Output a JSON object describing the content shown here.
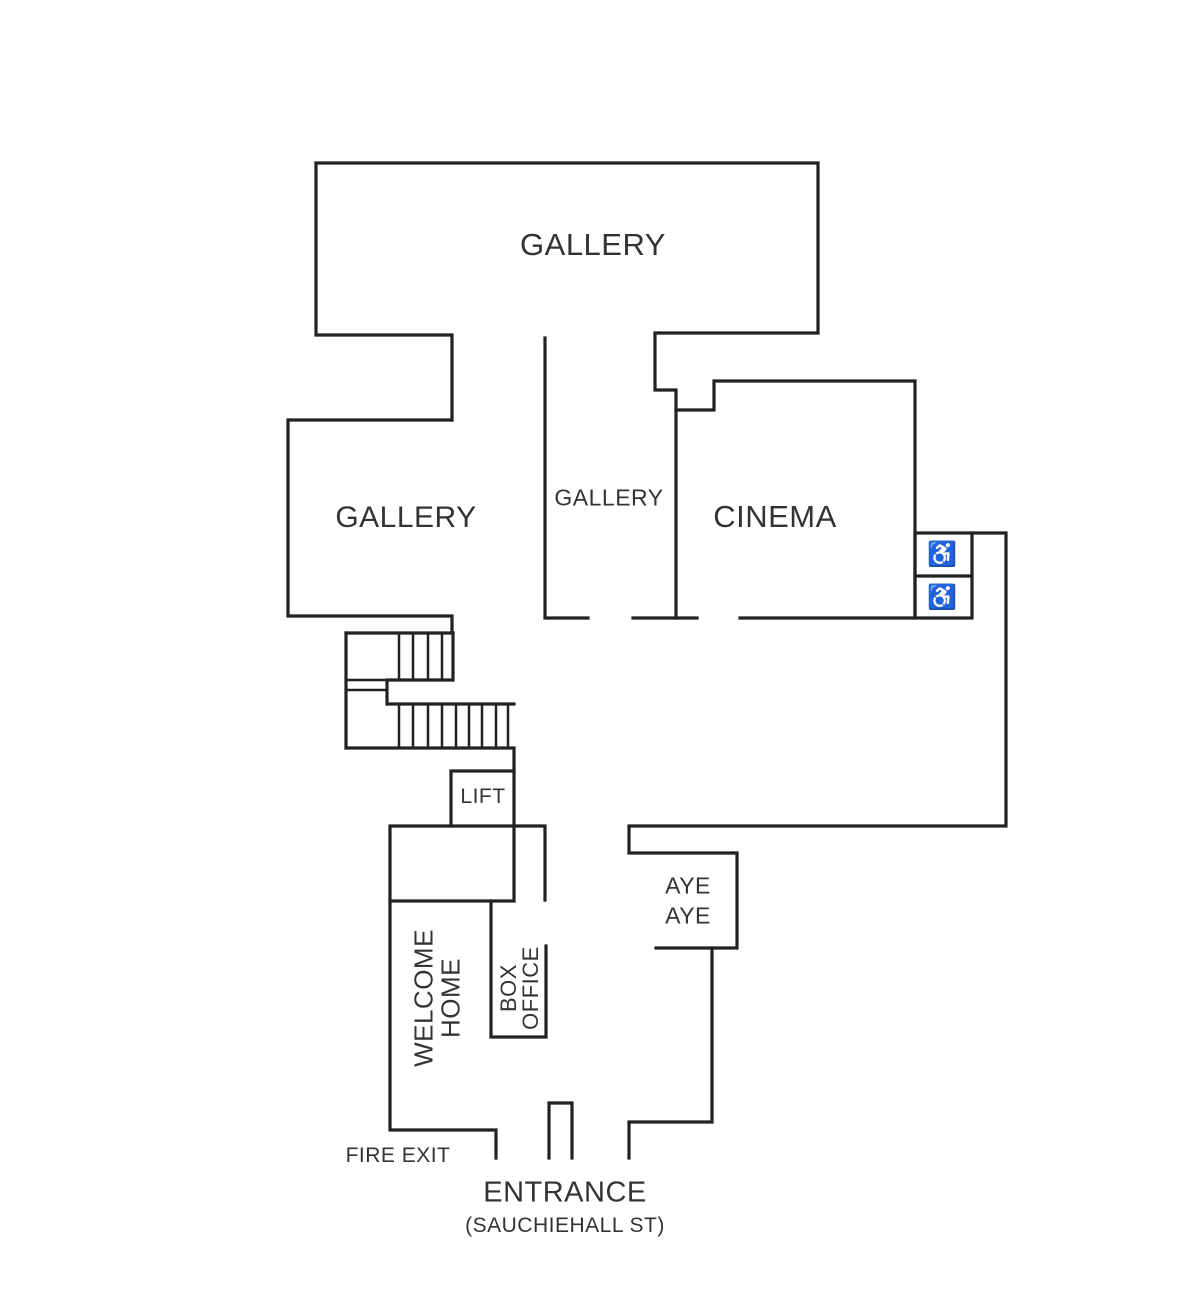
{
  "rooms": {
    "gallery_top": "GALLERY",
    "gallery_left": "GALLERY",
    "gallery_middle": "GALLERY",
    "cinema": "CINEMA",
    "lift": "LIFT",
    "aye_aye_1": "AYE",
    "aye_aye_2": "AYE",
    "welcome_home_1": "WELCOME",
    "welcome_home_2": "HOME",
    "box_office_1": "BOX",
    "box_office_2": "OFFICE"
  },
  "exits": {
    "fire_exit": "FIRE EXIT",
    "entrance": "ENTRANCE",
    "entrance_street": "(SAUCHIEHALL ST)"
  },
  "icons": {
    "accessible_toilet": "wheelchair-icon",
    "glyph": "♿"
  }
}
